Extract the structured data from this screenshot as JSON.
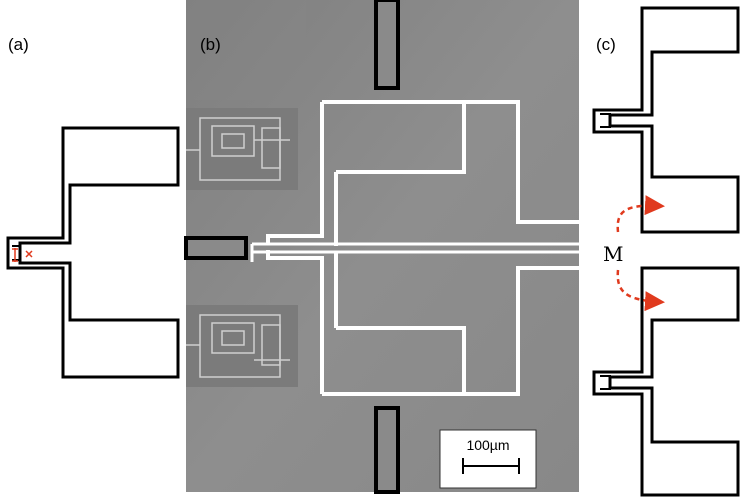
{
  "figure": {
    "panels": [
      {
        "id": "a",
        "label": "(a)"
      },
      {
        "id": "b",
        "label": "(b)"
      },
      {
        "id": "c",
        "label": "(c)"
      }
    ],
    "coupling_label": "M",
    "scale_bar_label": "100µm",
    "colors": {
      "sem_background": "#8c8c8c",
      "outline": "#000000",
      "resonator_trace": "#ffffff",
      "annotation": "#e03a1e"
    }
  }
}
